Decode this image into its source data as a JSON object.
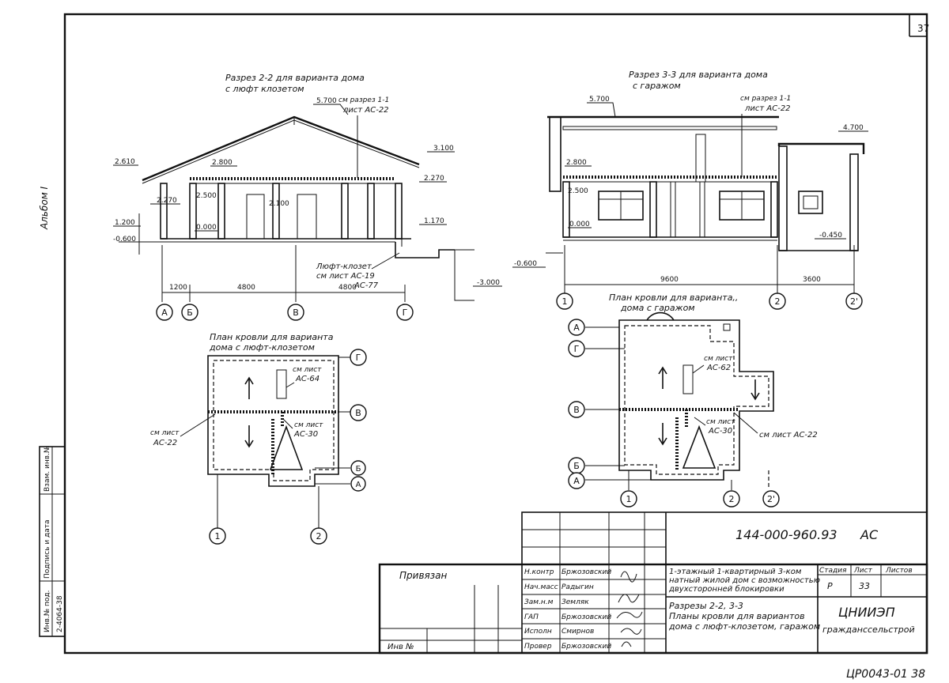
{
  "sheet_number_top": "37",
  "album": "Альбом I",
  "left_stamp": {
    "vzam": "Взам. инв.№",
    "podpis": "Подпись и дата",
    "inv": "Инв.№ под.",
    "inv_value": "2-4064-38"
  },
  "section_22": {
    "title_line1": "Разрез 2-2 для варианта дома",
    "title_line2": "с люфт клозетом",
    "ref_line1": "см разрез 1-1",
    "ref_line2": "лист АС-22",
    "elev_ridge": "5.700",
    "elev_left_eave": "2.610",
    "elev_left_wall": "2.270",
    "elev_ceiling": "2.800",
    "elev_window_top": "2.500",
    "elev_door": "2.100",
    "elev_floor": "0.000",
    "elev_plinth": "1.200",
    "elev_ground": "-0.600",
    "elev_right_eave": "3.100",
    "elev_right_wall": "2.270",
    "elev_right_low": "1.170",
    "elev_pit": "-3.000",
    "closet_ref_line1": "Люфт-клозет",
    "closet_ref_line2": "см лист АС-19",
    "closet_ref_line3": "АС-77",
    "dim1": "1200",
    "dim2": "4800",
    "dim3": "4800",
    "axis_a": "А",
    "axis_b": "Б",
    "axis_v": "В",
    "axis_g": "Г"
  },
  "section_33": {
    "title_line1": "Разрез 3-3 для варианта дома",
    "title_line2": "с гаражом",
    "ref_line1": "см разрез 1-1",
    "ref_line2": "лист АС-22",
    "elev_ridge": "5.700",
    "elev_garage": "4.700",
    "elev_ceiling": "2.800",
    "elev_window_top": "2.500",
    "elev_floor": "0.000",
    "elev_ground": "-0.600",
    "elev_garage_floor": "-0.450",
    "dim1": "9600",
    "dim2": "3600",
    "axis_1": "1",
    "axis_2": "2",
    "axis_2p": "2'"
  },
  "plan_closet": {
    "title_line1": "План кровли для варианта",
    "title_line2": "дома с люфт-клозетом",
    "ref1_line1": "см лист",
    "ref1_line2": "АС-64",
    "ref2_line1": "см лист",
    "ref2_line2": "АС-30",
    "ref3_line1": "см лист",
    "ref3_line2": "АС-22",
    "axis_g": "Г",
    "axis_v": "В",
    "axis_b": "Б",
    "axis_a": "А",
    "axis_1": "1",
    "axis_2": "2"
  },
  "plan_garage": {
    "title_line1": "План кровли для варианта,,",
    "title_line2": "дома с гаражом",
    "ref1_line1": "см лист",
    "ref1_line2": "АС-62",
    "ref2_line1": "см лист",
    "ref2_line2": "АС-30",
    "ref3": "см лист АС-22",
    "axis_a": "А",
    "axis_g": "Г",
    "axis_v": "В",
    "axis_b": "Б",
    "axis_a2": "А",
    "axis_1": "1",
    "axis_2": "2",
    "axis_2p": "2'"
  },
  "title_block": {
    "code": "144-000-960.93",
    "code_suffix": "АС",
    "privyazan": "Привязан",
    "inv_no": "Инв №",
    "roles": [
      "Н.контр",
      "Нач.масс",
      "Зам.н.м",
      "ГАП",
      "Исполн",
      "Провер"
    ],
    "names": [
      "Бржозовский",
      "Радыгин",
      "Земляк",
      "Бржозовский",
      "Смирнов",
      "Бржозовский"
    ],
    "project_line1": "1-этажный 1-квартирный 3-ком",
    "project_line2": "натный жилой дом с возможностью",
    "project_line3": "двухсторонней блокировки",
    "sheet_line1": "Разрезы 2-2, 3-3",
    "sheet_line2": "Планы кровли для вариантов",
    "sheet_line3": "дома с люфт-клозетом, гаражом",
    "stage_label": "Стадия",
    "sheet_label": "Лист",
    "sheets_label": "Листов",
    "stage": "Р",
    "sheet": "33",
    "org1": "ЦНИИЭП",
    "org2": "гражданссельстрой"
  },
  "footer_code": "ЦР0043-01 38"
}
